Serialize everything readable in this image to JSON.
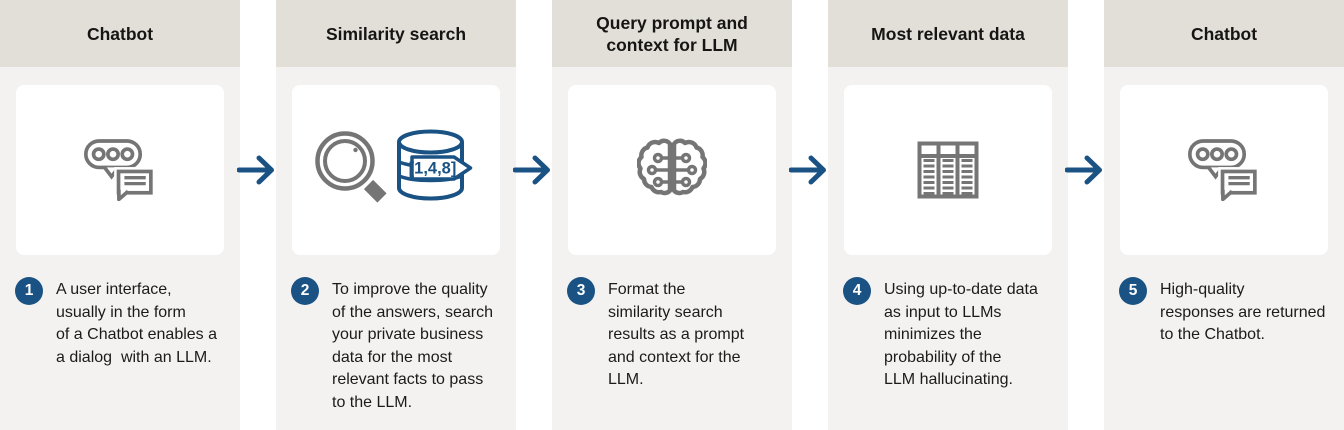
{
  "colors": {
    "header_band": "#e2dfd9",
    "panel_background": "#f4f2f0",
    "card_background": "#ffffff",
    "accent_blue": "#1a5284",
    "icon_gray": "#757575",
    "text": "#1d1b18"
  },
  "steps": [
    {
      "number": "1",
      "header": "Chatbot",
      "icon": "chat-bubbles-icon",
      "description": "A user interface,\nusually in the form\nof a Chatbot enables a\na dialog  with an LLM."
    },
    {
      "number": "2",
      "header": "Similarity search",
      "icon": "magnifier-icon, vector-database-icon",
      "database_label": "[1,4,8]",
      "description": "To improve the quality\nof the answers, search\nyour private business\ndata for the most\nrelevant facts to pass\nto the LLM."
    },
    {
      "number": "3",
      "header": "Query prompt and\ncontext for LLM",
      "icon": "brain-circuit-icon",
      "description": "Format the\nsimilarity search\nresults as a prompt\nand context for the\nLLM."
    },
    {
      "number": "4",
      "header": "Most relevant data",
      "icon": "data-table-icon",
      "description": "Using up-to-date data\nas input to LLMs\nminimizes the\nprobability of the\nLLM hallucinating."
    },
    {
      "number": "5",
      "header": "Chatbot",
      "icon": "chat-bubbles-icon",
      "description": "High-quality\nresponses are returned\nto the Chatbot."
    }
  ]
}
